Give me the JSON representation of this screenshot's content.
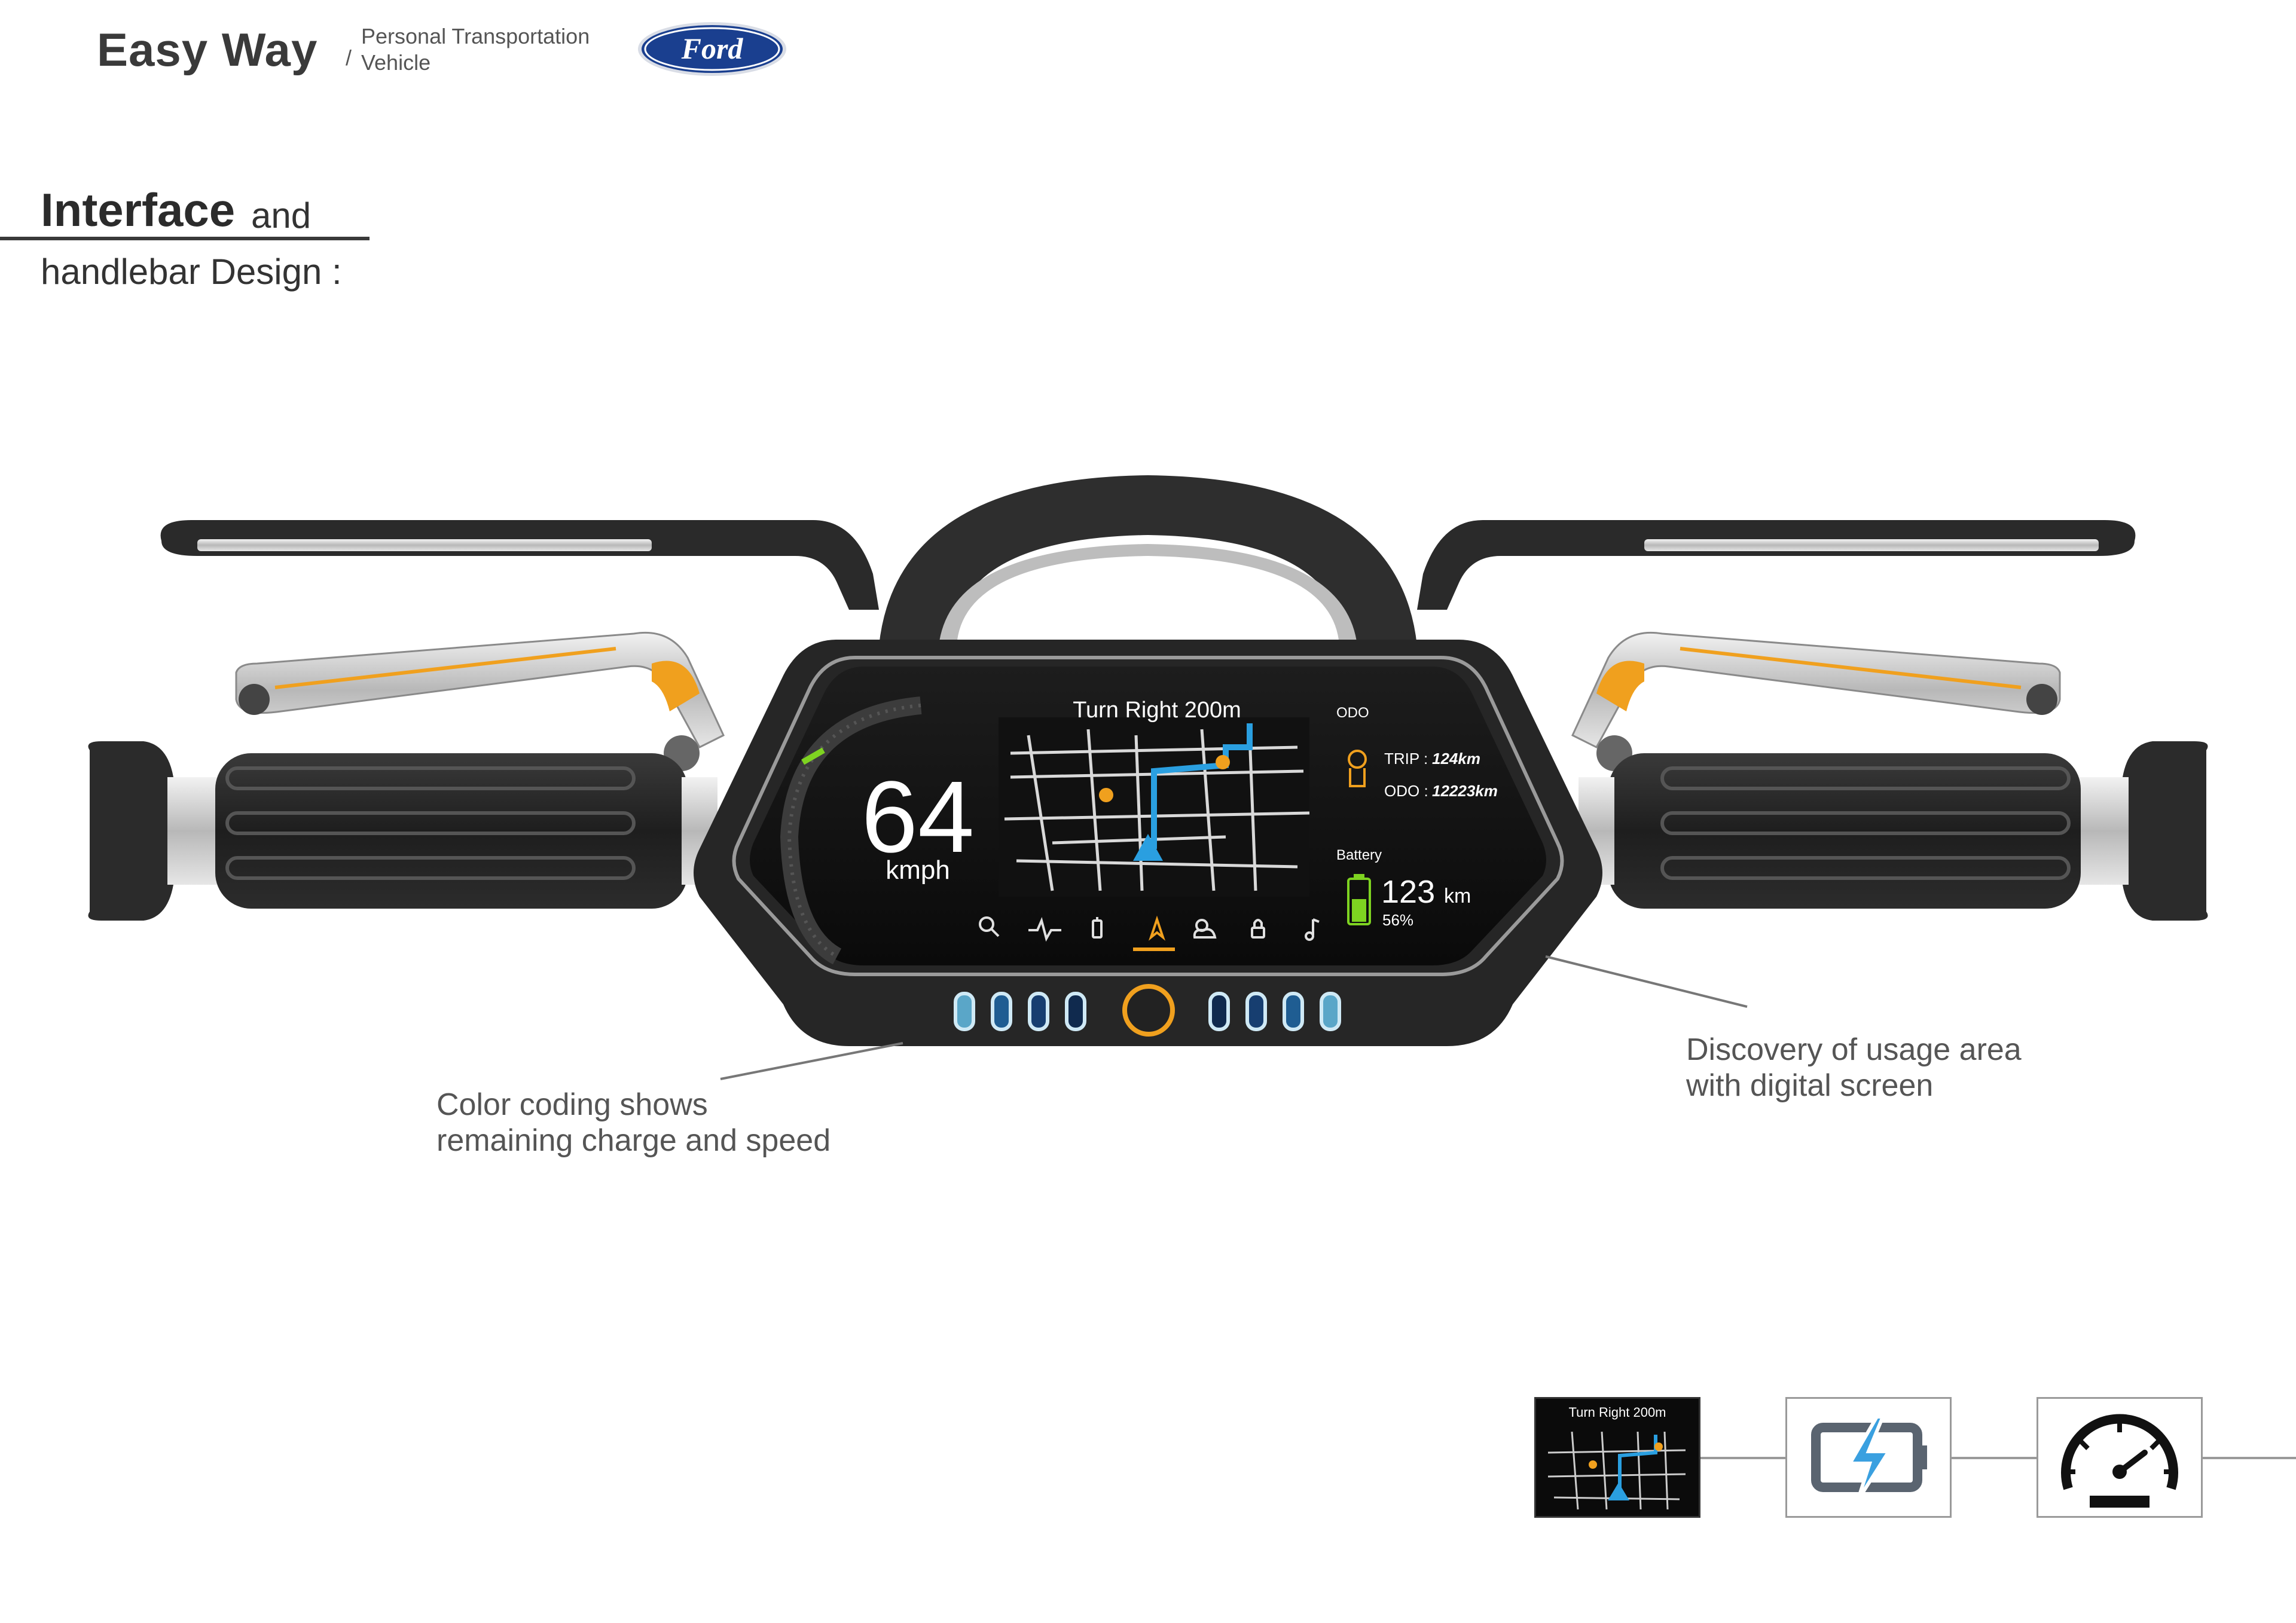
{
  "header": {
    "brand": "Easy Way",
    "subtitle_line1": "Personal Transportation",
    "subtitle_slash": "/",
    "subtitle_line2": "Vehicle",
    "logo_text": "Ford",
    "logo_color": "#1a3f8f"
  },
  "section": {
    "title_bold": "Interface",
    "title_rest": "and",
    "title_line2": "handlebar Design :"
  },
  "display": {
    "speed": "64",
    "speed_unit": "kmph",
    "nav_instruction": "Turn Right 200m",
    "odo_header": "ODO",
    "trip_label": "TRIP :",
    "trip_value": "124km",
    "odo_label": "ODO :",
    "odo_value": "12223km",
    "battery_label": "Battery",
    "range_value": "123",
    "range_unit": "km",
    "battery_percent": "56%",
    "battery_level": 0.56,
    "icons": [
      "search-icon",
      "pulse-icon",
      "battery-icon",
      "navigation-icon",
      "weather-icon",
      "lock-icon",
      "music-icon"
    ],
    "active_icon": "navigation-icon",
    "accent_color": "#f0a01e",
    "route_color": "#2a9fe0",
    "speed_tick_color": "#7ed321"
  },
  "callouts": {
    "left_line1": "Color coding shows",
    "left_line2": "remaining charge and speed",
    "right_line1": "Discovery of usage area",
    "right_line2": "with digital screen"
  },
  "tiles": {
    "map_title": "Turn Right 200m",
    "icons": [
      "map-thumbnail",
      "battery-charging-icon",
      "speedometer-icon"
    ]
  }
}
